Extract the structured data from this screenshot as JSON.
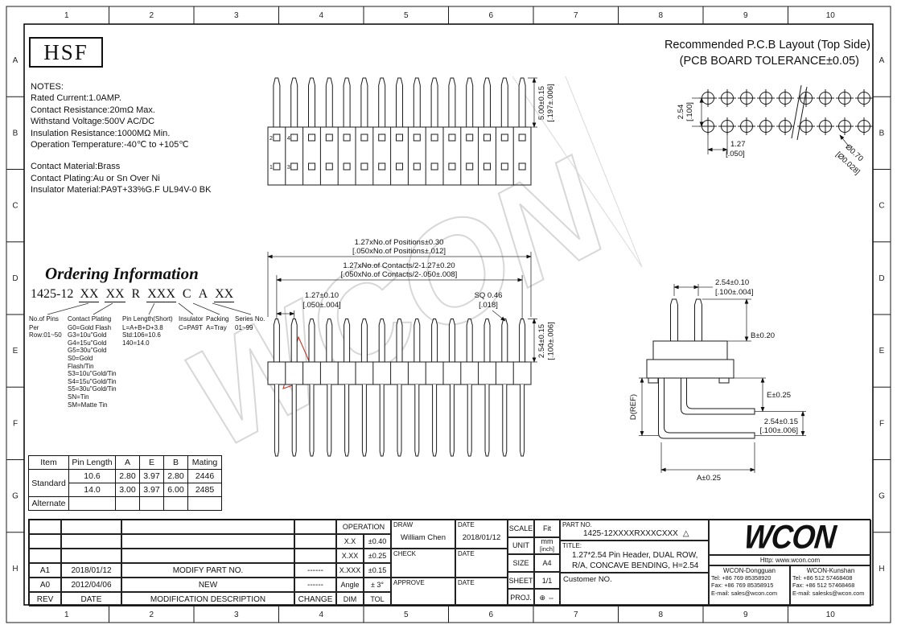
{
  "page": {
    "logo": "HSF",
    "watermark": "WCON"
  },
  "border": {
    "cols": [
      "1",
      "2",
      "3",
      "4",
      "5",
      "6",
      "7",
      "8",
      "9",
      "10"
    ],
    "rows": [
      "A",
      "B",
      "C",
      "D",
      "E",
      "F",
      "G",
      "H"
    ]
  },
  "pcb_layout": {
    "title_line1": "Recommended P.C.B Layout (Top Side)",
    "title_line2": "(PCB BOARD TOLERANCE±0.05)",
    "dim_row_pitch_mm": "2.54",
    "dim_row_pitch_in": "[.100]",
    "dim_col_pitch_mm": "1.27",
    "dim_col_pitch_in": "[.050]",
    "dim_hole_mm": "Ø0.70",
    "dim_hole_in": "[Ø0.028]"
  },
  "notes": {
    "title": "NOTES:",
    "electrical": [
      "Rated Current:1.0AMP.",
      "Contact Resistance:20mΩ Max.",
      "Withstand Voltage:500V AC/DC",
      "Insulation Resistance:1000MΩ Min.",
      "Operation Temperature:-40℃ to +105℃"
    ],
    "material": [
      "Contact Material:Brass",
      "Contact Plating:Au or Sn Over Ni",
      "Insulator Material:PA9T+33%G.F UL94V-0 BK"
    ]
  },
  "ordering": {
    "title": "Ordering Information",
    "part_prefix": "1425-12",
    "fields": [
      {
        "text": "XX",
        "underline": true
      },
      {
        "text": "XX",
        "underline": true
      },
      {
        "text": "R",
        "underline": false
      },
      {
        "text": "XXX",
        "underline": true
      },
      {
        "text": "C",
        "underline": false
      },
      {
        "text": "A",
        "underline": false
      },
      {
        "text": "XX",
        "underline": true
      }
    ],
    "columns": [
      {
        "header": "No.of Pins",
        "lines": [
          "Per Row:01~50"
        ]
      },
      {
        "header": "Contact Plating",
        "lines": [
          "G0=Gold Flash",
          "G3=10u\"Gold",
          "G4=15u\"Gold",
          "G5=30u\"Gold",
          "S0=Gold Flash/Tin",
          "S3=10u\"Gold/Tin",
          "S4=15u\"Gold/Tin",
          "S5=30u\"Gold/Tin",
          "SN=Tin",
          "SM=Matte Tin"
        ]
      },
      {
        "header": "Pin Length(Short)",
        "lines": [
          "L=A+B+D+3.8",
          "Std:106=10.6",
          "140=14.0"
        ]
      },
      {
        "header": "Insulator",
        "lines": [
          "C=PA9T"
        ]
      },
      {
        "header": "Packing",
        "lines": [
          "A=Tray"
        ]
      },
      {
        "header": "Series No.",
        "lines": [
          "01~99"
        ]
      }
    ]
  },
  "front_view": {
    "pin_top_left": "2",
    "pin_top_right": "4",
    "pin_bottom_left": "1",
    "pin_bottom_right": "3",
    "dim_height_mm": "5.00±0.15",
    "dim_height_in": "[.197±.006]"
  },
  "main_view": {
    "dim_positions_mm": "1.27xNo.of Positions±0.30",
    "dim_positions_in": "[.050xNo.of Positions±.012]",
    "dim_contacts_mm": "1.27xNo.of Contacts/2-1.27±0.20",
    "dim_contacts_in": "[.050xNo.of Contacts/2-.050±.008]",
    "dim_pitch_mm": "1.27±0.10",
    "dim_pitch_in": "[.050±.004]",
    "dim_sq_mm": "SQ 0.46",
    "dim_sq_in": "[.018]",
    "dim_height_mm": "2.54±0.15",
    "dim_height_in": "[.100±.006]"
  },
  "side_view": {
    "dim_pitch_mm": "2.54±0.10",
    "dim_pitch_in": "[.100±.004]",
    "dim_b": "B±0.20",
    "dim_e": "E±0.25",
    "dim_tail_mm": "2.54±0.15",
    "dim_tail_in": "[.100±.006]",
    "dim_d": "D(REF)",
    "dim_a": "A±0.25"
  },
  "dim_table": {
    "headers": [
      "Item",
      "Pin Length",
      "A",
      "E",
      "B",
      "Mating"
    ],
    "groups": [
      {
        "item": "Standard",
        "rows": [
          [
            "10.6",
            "2.80",
            "3.97",
            "2.80",
            "2446"
          ],
          [
            "14.0",
            "3.00",
            "3.97",
            "6.00",
            "2485"
          ]
        ]
      },
      {
        "item": "Alternate",
        "rows": [
          [
            "",
            "",
            "",
            "",
            ""
          ]
        ]
      }
    ]
  },
  "revisions": {
    "headers": [
      "REV",
      "DATE",
      "MODIFICATION DESCRIPTION",
      "CHANGE"
    ],
    "rows": [
      {
        "rev": "A1",
        "date": "2018/01/12",
        "desc": "MODIFY PART NO.",
        "change": "------"
      },
      {
        "rev": "A0",
        "date": "2012/04/06",
        "desc": "NEW",
        "change": "------"
      }
    ]
  },
  "title_block": {
    "operation": {
      "header": "OPERATION",
      "rows": [
        [
          "X.X",
          "±0.40"
        ],
        [
          "X.XX",
          "±0.25"
        ],
        [
          "X.XXX",
          "±0.15"
        ],
        [
          "Angle",
          "± 3°"
        ]
      ],
      "footer": [
        "DIM",
        "TOL"
      ]
    },
    "sign": [
      {
        "role": "DRAW",
        "name": "William Chen",
        "date_label": "DATE",
        "date": "2018/01/12"
      },
      {
        "role": "CHECK",
        "name": "",
        "date_label": "DATE",
        "date": ""
      },
      {
        "role": "APPROVE",
        "name": "",
        "date_label": "DATE",
        "date": ""
      }
    ],
    "info": [
      {
        "label": "SCALE",
        "value": "Fit"
      },
      {
        "label": "UNIT",
        "value": "mm",
        "value2": "[inch]"
      },
      {
        "label": "SIZE",
        "value": "A4"
      },
      {
        "label": "SHEET",
        "value": "1/1"
      },
      {
        "label": "PROJ.",
        "value": "⊕ ⇔"
      }
    ],
    "part_no_label": "PART NO.",
    "part_no": "1425-12XXXXRXXXCXXX",
    "part_no_flag": "△",
    "title_label": "TITLE:",
    "title_line1": "1.27*2.54 Pin Header, DUAL ROW,",
    "title_line2": "R/A, CONCAVE BENDING, H=2.54",
    "customer_label": "Customer NO."
  },
  "company": {
    "logo": "WCON",
    "url": "Http: www.wcon.com",
    "offices": [
      {
        "name": "WCON-Dongguan",
        "tel": "Tel: +86 769 85358920",
        "fax": "Fax: +86 769 85358915",
        "email": "E-mail: sales@wcon.com"
      },
      {
        "name": "WCON-Kunshan",
        "tel": "Tel: +86 512 57468408",
        "fax": "Fax: +86 512 57468468",
        "email": "E-mail: salesks@wcon.com"
      }
    ]
  }
}
